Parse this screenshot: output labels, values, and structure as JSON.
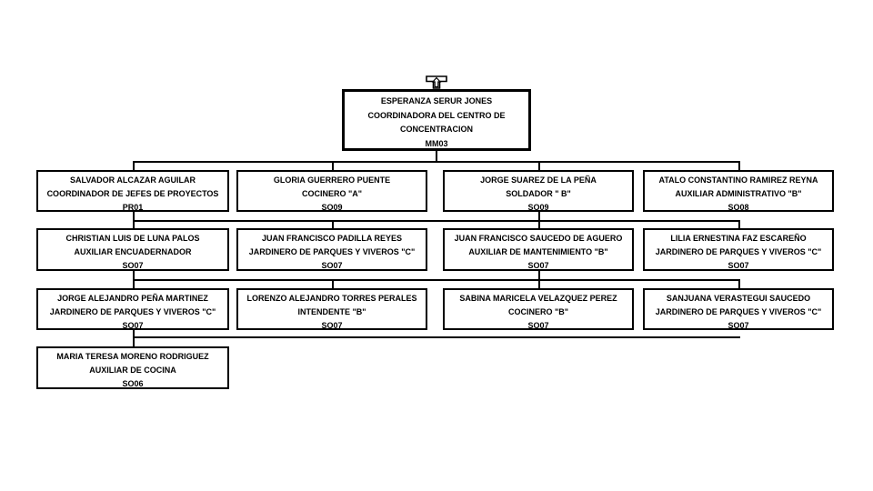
{
  "org_chart": {
    "icons": {
      "parent_link": "org-continuation-up-arrow-icon"
    },
    "colors": {
      "background": "#ffffff",
      "box_border": "#000000",
      "line": "#000000",
      "text": "#000000"
    },
    "root": {
      "name": "ESPERANZA SERUR JONES",
      "title_line1": "COORDINADORA DEL CENTRO DE",
      "title_line2": "CONCENTRACION",
      "code": "MM03"
    },
    "rows": [
      [
        {
          "name": "SALVADOR ALCAZAR AGUILAR",
          "title": "COORDINADOR DE JEFES DE PROYECTOS",
          "code": "PR01"
        },
        {
          "name": "GLORIA GUERRERO PUENTE",
          "title": "COCINERO \"A\"",
          "code": "SO09"
        },
        {
          "name": "JORGE SUAREZ DE LA PEÑA",
          "title": "SOLDADOR \" B\"",
          "code": "SO09"
        },
        {
          "name": "ATALO CONSTANTINO RAMIREZ REYNA",
          "title": "AUXILIAR ADMINISTRATIVO \"B\"",
          "code": "SO08"
        }
      ],
      [
        {
          "name": "CHRISTIAN LUIS DE LUNA PALOS",
          "title": "AUXILIAR ENCUADERNADOR",
          "code": "SO07"
        },
        {
          "name": "JUAN FRANCISCO PADILLA REYES",
          "title": "JARDINERO DE PARQUES Y VIVEROS \"C\"",
          "code": "SO07"
        },
        {
          "name": "JUAN FRANCISCO SAUCEDO DE AGUERO",
          "title": "AUXILIAR DE MANTENIMIENTO \"B\"",
          "code": "SO07"
        },
        {
          "name": "LILIA ERNESTINA FAZ ESCAREÑO",
          "title": "JARDINERO DE PARQUES Y VIVEROS \"C\"",
          "code": "SO07"
        }
      ],
      [
        {
          "name": "JORGE ALEJANDRO PEÑA MARTINEZ",
          "title": "JARDINERO DE PARQUES Y VIVEROS \"C\"",
          "code": "SO07"
        },
        {
          "name": "LORENZO ALEJANDRO TORRES PERALES",
          "title": "INTENDENTE \"B\"",
          "code": "SO07"
        },
        {
          "name": "SABINA MARICELA VELAZQUEZ PEREZ",
          "title": "COCINERO \"B\"",
          "code": "SO07"
        },
        {
          "name": "SANJUANA VERASTEGUI SAUCEDO",
          "title": "JARDINERO DE PARQUES Y VIVEROS \"C\"",
          "code": "SO07"
        }
      ],
      [
        {
          "name": "MARIA TERESA MORENO RODRIGUEZ",
          "title": "AUXILIAR DE COCINA",
          "code": "SO06"
        }
      ]
    ]
  }
}
